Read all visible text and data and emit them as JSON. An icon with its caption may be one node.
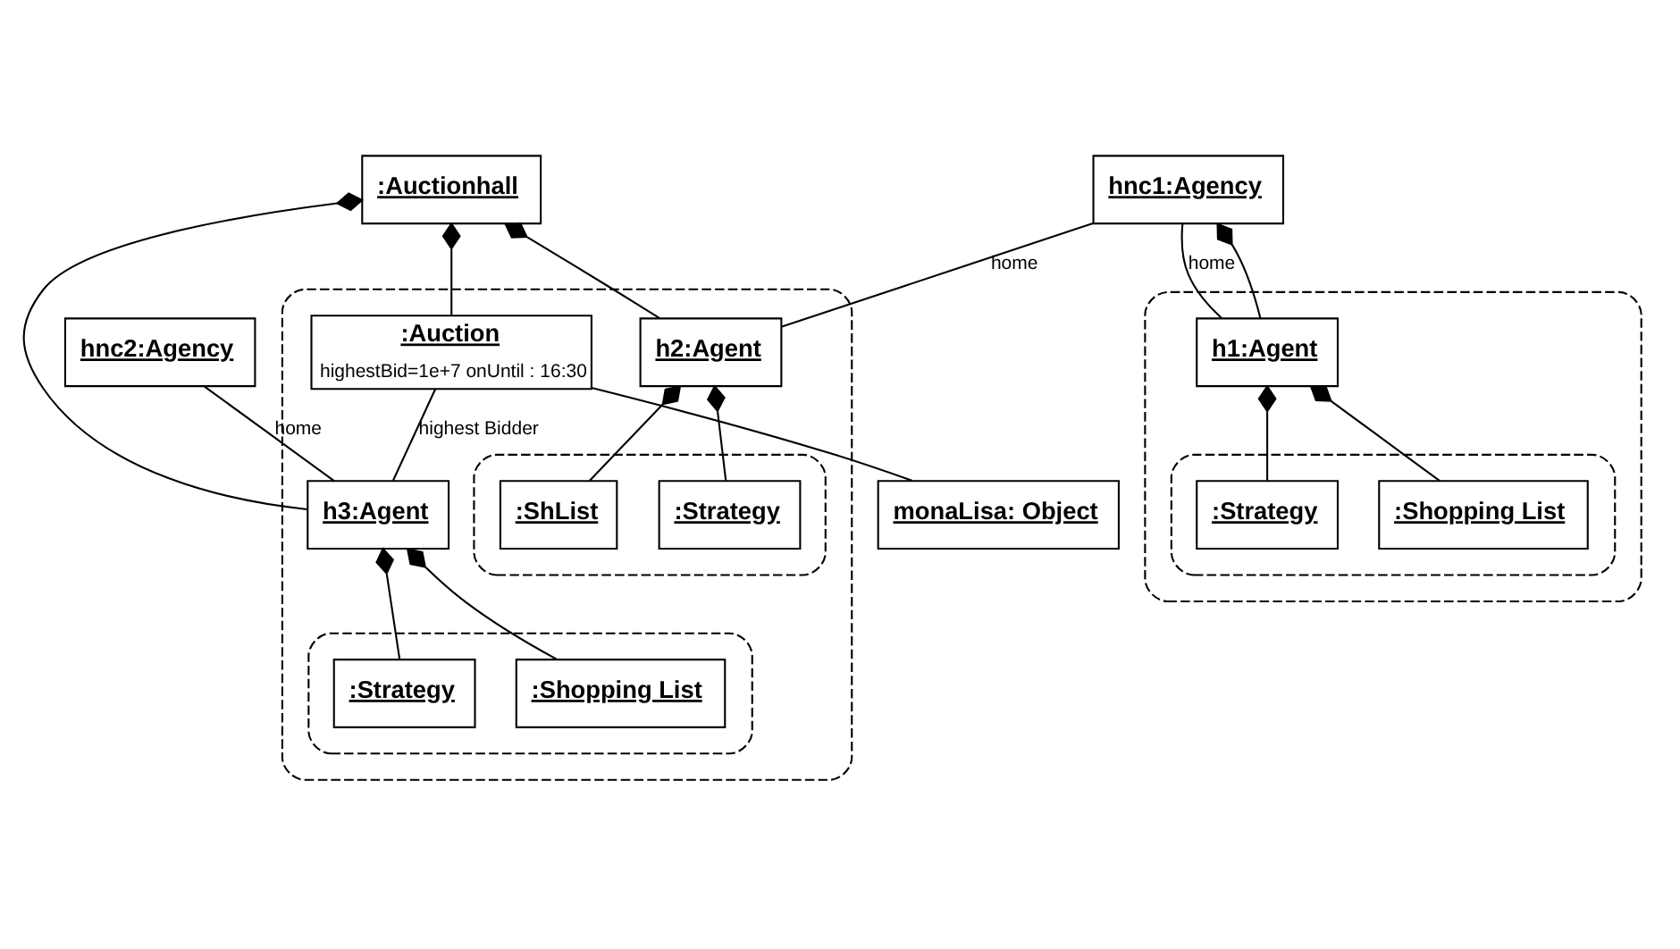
{
  "diagram": {
    "nodes": [
      {
        "text": [
          ":Auctionhall"
        ]
      },
      {
        "text": [],
        "shape": "box"
      },
      {
        "text": [
          "hnc1:Agency"
        ]
      },
      {
        "text": [],
        "shape": "box"
      },
      {
        "text": [
          "h1:Agent"
        ],
        "in": 3
      },
      {
        "text": [],
        "shape": "box",
        "in": 3
      },
      {
        "text": [
          ":Strategy"
        ],
        "in": 5
      },
      {
        "text": [
          ":Shopping List"
        ],
        "in": 5
      },
      {
        "text": [
          "h2:Agent"
        ],
        "in": 1
      },
      {
        "text": [],
        "shape": "box",
        "in": 1
      },
      {
        "text": [
          ":ShList"
        ],
        "in": 9
      },
      {
        "text": [
          ":Strategy"
        ],
        "in": 9
      },
      {
        "text": [
          ":Auction",
          "highestBid=1e+7 onUntil : 16:30"
        ],
        "in": 1
      },
      {
        "text": [
          "h3:Agent"
        ],
        "in": 1
      },
      {
        "text": [],
        "shape": "box",
        "in": 1
      },
      {
        "text": [
          ":Strategy"
        ],
        "in": 14
      },
      {
        "text": [
          ":Shopping List"
        ],
        "in": 14
      },
      {
        "text": [
          "hnc2:Agency"
        ]
      },
      {
        "text": [
          "monaLisa: Object"
        ]
      }
    ],
    "edges": [
      {
        "from": 0,
        "to": 8,
        "arrow": "other"
      },
      {
        "from": 0,
        "to": 13,
        "arrow": "other"
      },
      {
        "from": 0,
        "to": 12,
        "arrow": "other"
      },
      {
        "from": 2,
        "to": 4,
        "arrow": "none",
        "label": "home"
      },
      {
        "from": 2,
        "to": 4,
        "arrow": "other"
      },
      {
        "from": 2,
        "to": 8,
        "arrow": "none",
        "label": "home"
      },
      {
        "from": 4,
        "to": 6,
        "arrow": "other"
      },
      {
        "from": 4,
        "to": 7,
        "arrow": "other"
      },
      {
        "from": 8,
        "to": 11,
        "arrow": "other"
      },
      {
        "from": 8,
        "to": 10,
        "arrow": "other"
      },
      {
        "from": 13,
        "to": 15,
        "arrow": "other"
      },
      {
        "from": 13,
        "to": 16,
        "arrow": "other"
      },
      {
        "from": 12,
        "to": 13,
        "arrow": "none",
        "label": "highest Bidder"
      },
      {
        "from": 17,
        "to": 13,
        "arrow": "none",
        "label": "home"
      },
      {
        "from": 12,
        "to": 18,
        "arrow": "none"
      }
    ]
  }
}
